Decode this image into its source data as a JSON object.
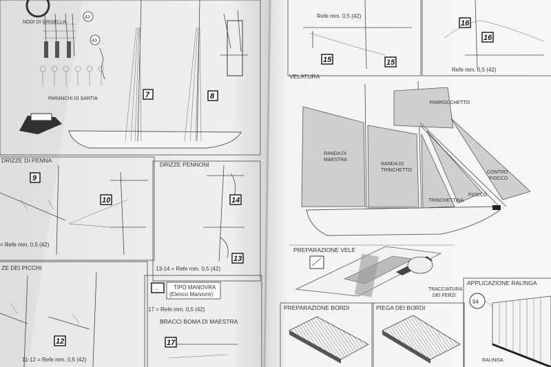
{
  "left_page": {
    "top_panel": {
      "label_43a": "43",
      "label_43b": "43",
      "nodi_di_griglia": "NODI DI GRISELLA",
      "paranchi_di_sartia": "PARANCHI DI SARTIA",
      "step_7": "7",
      "step_8": "8"
    },
    "drizze_penna": {
      "title": "DRIZZE DI PENNA",
      "step_9": "9",
      "step_10": "10",
      "caption": "= Refe  mm. 0,5 (42)"
    },
    "drizze_pennoni": {
      "title": "DRIZZE PENNONI",
      "step_14": "14",
      "step_13": "13",
      "caption": "13-14 = Refe  mm. 0,5 (42)"
    },
    "drizze_picchi": {
      "title": "ZE DEI PICCHI",
      "step_12": "12",
      "caption": "11-12 = Refe  mm. 0,5 (42)"
    },
    "tipo_manovra": {
      "box_symbol": "...",
      "title": "TIPO MANOVRA",
      "subtitle": "(Elenco Manovre)",
      "refe_17": "17 = Refe  mm. 0,5 (42)",
      "bracci": "BRACCI BOMA DI MAESTRA",
      "step_17": "17"
    }
  },
  "right_page": {
    "top_left": {
      "caption": "Refe  mm. 0,5 (42)",
      "step_15a": "15",
      "step_15b": "15"
    },
    "top_right": {
      "step_16a": "16",
      "step_16b": "16",
      "caption": "Refe  mm. 0,5 (42)"
    },
    "velatura": {
      "title": "VELATURA",
      "randa_maestra": [
        "RANDA DI",
        "MAESTRA"
      ],
      "randa_trinchetto": [
        "RANDA DI",
        "TRINCHETTO"
      ],
      "parrocchetto": "PARROCCHETTO",
      "trinchettina": "TRINCHETTINA",
      "fiocco": "FIOCCO",
      "contro_fiocco": [
        "CONTRO",
        "FIOCCO"
      ]
    },
    "preparazione_vele": {
      "title": "PREPARAZIONE VELE",
      "tracciatura": [
        "TRACCIATURA",
        "DEI FERZI"
      ]
    },
    "preparazione_bordi": {
      "title": "PREPARAZIONE BORDI"
    },
    "piega_bordi": {
      "title": "PIEGA DEI BORDI"
    },
    "applicazione_ralinga": {
      "title": "APPLICAZIONE RALINGA",
      "step_94": "94",
      "ralinga": "RALINGA"
    }
  }
}
